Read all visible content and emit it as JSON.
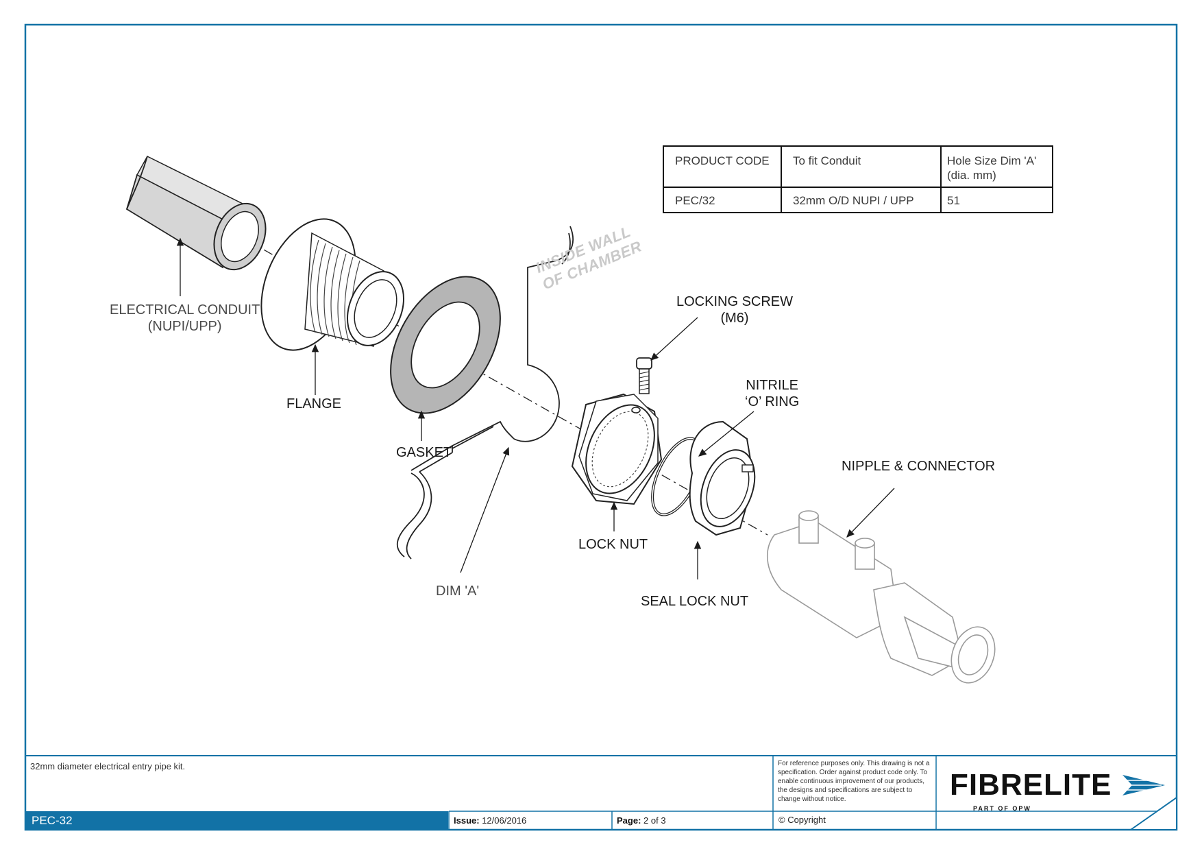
{
  "labels": {
    "electrical_conduit": "ELECTRICAL CONDUIT",
    "electrical_conduit_sub": "(NUPI/UPP)",
    "flange": "FLANGE",
    "gasket": "GASKET",
    "dim_a": "DIM 'A'",
    "inside_wall_1": "INSIDE WALL",
    "inside_wall_2": "OF CHAMBER",
    "locking_screw": "LOCKING SCREW",
    "locking_screw_sub": "(M6)",
    "nitrile_1": "NITRILE",
    "nitrile_2": "‘O’ RING",
    "lock_nut": "LOCK NUT",
    "seal_lock_nut": "SEAL LOCK NUT",
    "nipple_connector": "NIPPLE & CONNECTOR"
  },
  "spec_table": {
    "headers": [
      "PRODUCT CODE",
      "To fit Conduit",
      "Hole Size Dim 'A'",
      "(dia. mm)"
    ],
    "row": [
      "PEC/32",
      "32mm O/D NUPI / UPP",
      "51"
    ]
  },
  "title_block": {
    "description": "32mm diameter electrical entry pipe kit.",
    "code": "PEC-32",
    "issue_label": "Issue:",
    "issue_value": "12/06/2016",
    "page_label": "Page:",
    "page_value": "2 of 3",
    "copyright": "© Copyright",
    "note": "For reference purposes only. This drawing is not a specification. Order against product code only.  To enable continuous improvement of our products, the designs and specifications are subject to change without notice.",
    "brand": "FIBRELITE",
    "brand_sub": "PART OF OPW"
  },
  "colors": {
    "frame": "#1272a6",
    "ink": "#1a1a1a",
    "wall_text": "#c9c9c9"
  }
}
